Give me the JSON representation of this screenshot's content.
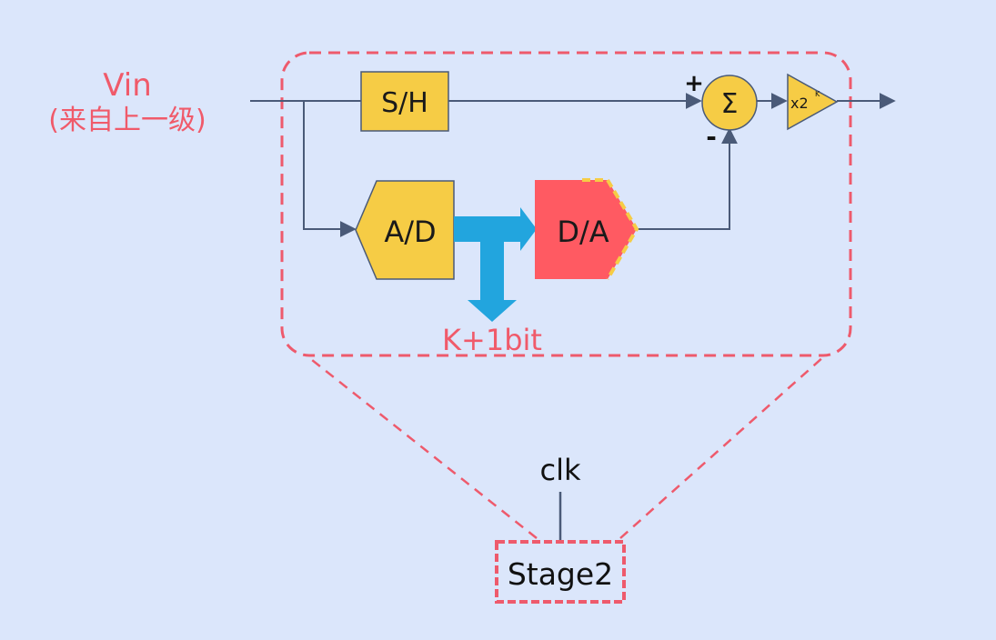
{
  "input": {
    "name": "Vin",
    "source": "(来自上一级)"
  },
  "blocks": {
    "sample_hold": "S/H",
    "adc": "A/D",
    "dac": "D/A",
    "sum_symbol": "Σ",
    "sum_plus": "+",
    "sum_minus": "-",
    "gain_base": "x2",
    "gain_exp": "K"
  },
  "digital_output": "K+1bit",
  "stage": {
    "name": "Stage2",
    "clock": "clk"
  },
  "colors": {
    "background": "#dbe6fb",
    "wire": "#4a5a78",
    "block_yellow": "#f6cc45",
    "block_red": "#ff5a62",
    "highlight_dash": "#ee5a6c",
    "bus_blue": "#22a5de",
    "label_red": "#f05a6a"
  }
}
